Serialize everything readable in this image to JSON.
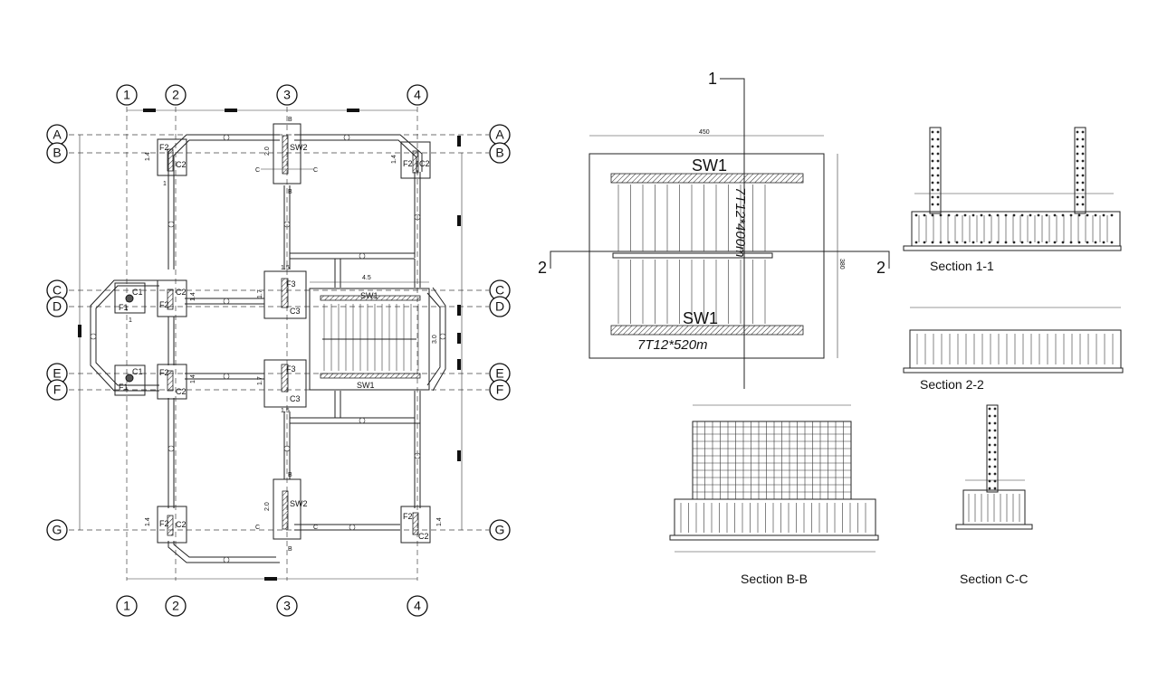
{
  "grid": {
    "columns": [
      "1",
      "2",
      "3",
      "4"
    ],
    "rows": [
      "A",
      "B",
      "C",
      "D",
      "E",
      "F",
      "G"
    ]
  },
  "plan_labels": {
    "footings": [
      "F2",
      "F2",
      "F2",
      "F2",
      "F2",
      "F2",
      "F1",
      "F1",
      "F3",
      "F3"
    ],
    "columns": [
      "C2",
      "C2",
      "C1",
      "C1",
      "C2",
      "C2",
      "C2",
      "C2",
      "C3",
      "C3"
    ],
    "shear_wall": "SW2",
    "stair_wall": "SW1",
    "cut_b": "B",
    "cut_c": "C",
    "dims": {
      "d14": "1.4",
      "d15": "1.5",
      "d17": "1.7",
      "d45": "4.5",
      "d30": "3.0",
      "d20": "2.0",
      "d1": "1"
    }
  },
  "section11_plan": {
    "title_top": "SW1",
    "title_bottom": "SW1",
    "rebar_top": "7T12*400m",
    "rebar_bottom": "7T12*520m",
    "dim_width": "450",
    "dim_height": "380",
    "cut1": "1",
    "cut2": "2"
  },
  "sections": {
    "s11": "Section 1-1",
    "s22": "Section 2-2",
    "sbb": "Section B-B",
    "scc": "Section C-C"
  }
}
